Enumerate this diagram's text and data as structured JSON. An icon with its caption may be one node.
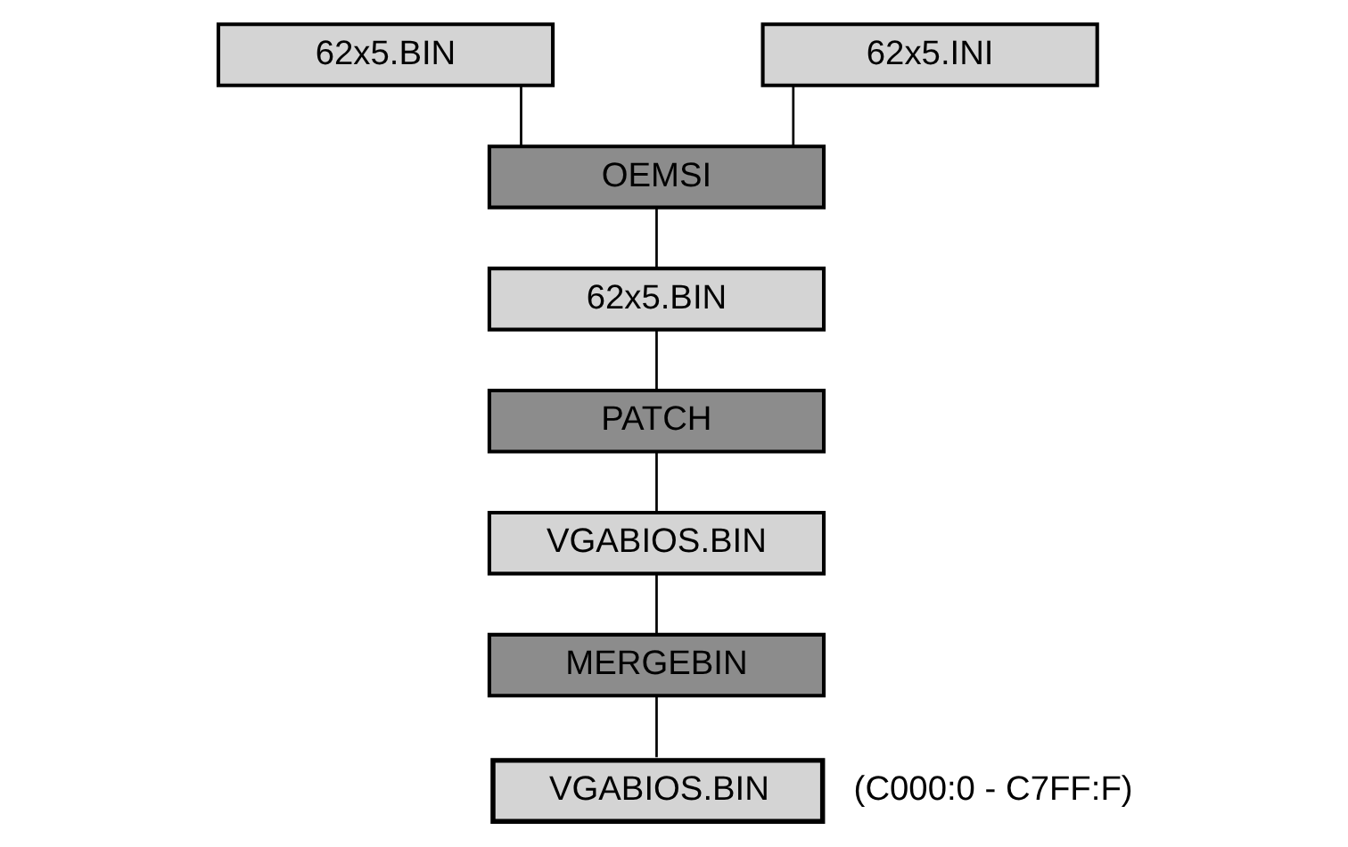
{
  "diagram": {
    "nodes": [
      {
        "text": [
          "62x5.BIN"
        ]
      },
      {
        "text": [
          "62x5.INI"
        ]
      },
      {
        "text": [
          "OEMSI"
        ]
      },
      {
        "text": [
          "62x5.BIN"
        ]
      },
      {
        "text": [
          "PATCH"
        ]
      },
      {
        "text": [
          "VGABIOS.BIN"
        ]
      },
      {
        "text": [
          "MERGEBIN"
        ]
      },
      {
        "text": [
          "VGABIOS.BIN"
        ],
        "beside": [
          "(C000:0 - C7FF:F)"
        ]
      }
    ],
    "edges": [
      {
        "from": 0,
        "to": 2,
        "arrow": "none"
      },
      {
        "from": 1,
        "to": 2,
        "arrow": "none"
      },
      {
        "from": 2,
        "to": 3,
        "arrow": "none"
      },
      {
        "from": 3,
        "to": 4,
        "arrow": "none"
      },
      {
        "from": 4,
        "to": 5,
        "arrow": "none"
      },
      {
        "from": 5,
        "to": 6,
        "arrow": "none"
      },
      {
        "from": 6,
        "to": 7,
        "arrow": "none"
      }
    ]
  }
}
